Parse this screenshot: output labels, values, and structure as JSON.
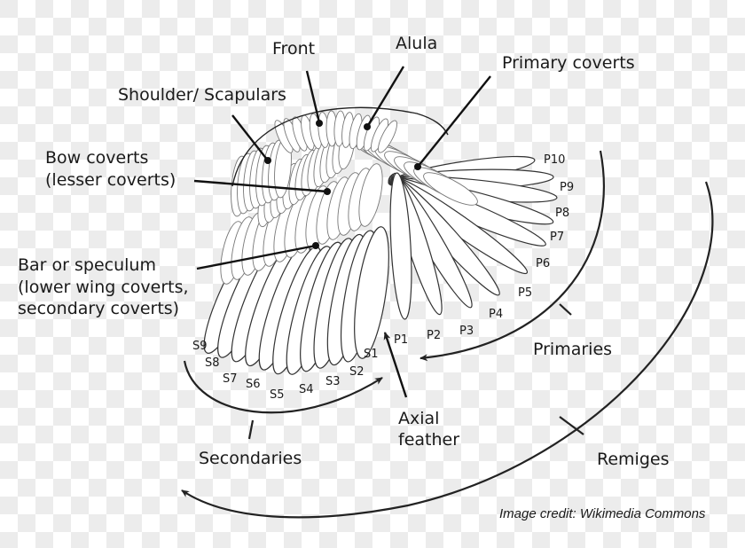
{
  "diagram": {
    "title": "Bird wing feather anatomy",
    "labels": {
      "front": "Front",
      "alula": "Alula",
      "primary_coverts": "Primary coverts",
      "shoulder": "Shoulder/ Scapulars",
      "bow_coverts_1": "Bow coverts",
      "bow_coverts_2": "(lesser coverts)",
      "bar_1": "Bar or speculum",
      "bar_2": "(lower wing coverts,",
      "bar_3": "secondary coverts)",
      "axial_1": "Axial",
      "axial_2": "feather",
      "primaries": "Primaries",
      "secondaries": "Secondaries",
      "remiges": "Remiges"
    },
    "primaries": [
      "P1",
      "P2",
      "P3",
      "P4",
      "P5",
      "P6",
      "P7",
      "P8",
      "P9",
      "P10"
    ],
    "secondaries": [
      "S1",
      "S2",
      "S3",
      "S4",
      "S5",
      "S6",
      "S7",
      "S8",
      "S9"
    ],
    "credit": "Image credit: Wikimedia Commons"
  }
}
